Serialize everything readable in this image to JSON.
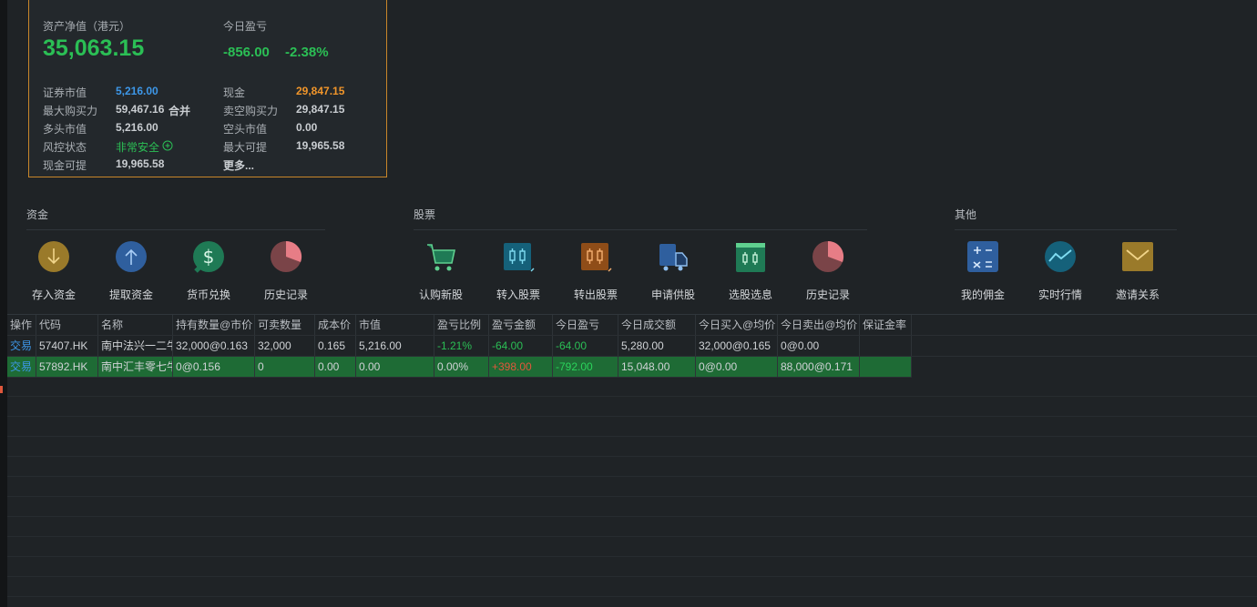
{
  "account": {
    "net_asset_label": "资产净值（港元）",
    "net_asset_value": "35,063.15",
    "today_pl_label": "今日盈亏",
    "today_pl_amount": "-856.00",
    "today_pl_pct": "-2.38%",
    "rows": [
      {
        "l1": "证券市值",
        "v1": "5,216.00",
        "l2": "现金",
        "v2": "29,847.15"
      },
      {
        "l1": "最大购买力",
        "v1": "59,467.16",
        "v1_link": "合并",
        "l2": "卖空购买力",
        "v2": "29,847.15"
      },
      {
        "l1": "多头市值",
        "v1": "5,216.00",
        "l2": "空头市值",
        "v2": "0.00"
      },
      {
        "l1": "风控状态",
        "v1": "非常安全",
        "l2": "最大可提",
        "v2": "19,965.58"
      },
      {
        "l1": "现金可提",
        "v1": "19,965.58",
        "l2_link": "更多..."
      }
    ]
  },
  "sections": {
    "funds": {
      "title": "资金",
      "items": [
        "存入资金",
        "提取资金",
        "货币兑换",
        "历史记录"
      ]
    },
    "stocks": {
      "title": "股票",
      "items": [
        "认购新股",
        "转入股票",
        "转出股票",
        "申请供股",
        "选股选息",
        "历史记录"
      ]
    },
    "other": {
      "title": "其他",
      "items": [
        "我的佣金",
        "实时行情",
        "邀请关系"
      ]
    }
  },
  "table": {
    "columns": [
      "操作",
      "代码",
      "名称",
      "持有数量@市价",
      "可卖数量",
      "成本价",
      "市值",
      "盈亏比例",
      "盈亏金额",
      "今日盈亏",
      "今日成交额",
      "今日买入@均价",
      "今日卖出@均价",
      "保证金率"
    ],
    "rows": [
      [
        "交易",
        "57407.HK",
        "南中法兴一二牛",
        "32,000@0.163",
        "32,000",
        "0.165",
        "5,216.00",
        "-1.21%",
        "-64.00",
        "-64.00",
        "5,280.00",
        "32,000@0.165",
        "0@0.00",
        ""
      ],
      [
        "交易",
        "57892.HK",
        "南中汇丰零七牛",
        "0@0.156",
        "0",
        "0.00",
        "0.00",
        "0.00%",
        "+398.00",
        "-792.00",
        "15,048.00",
        "0@0.00",
        "88,000@0.171",
        ""
      ]
    ]
  },
  "colors": {
    "accent_green": "#2bbf55",
    "accent_blue": "#3d97e8",
    "accent_orange": "#f0952a",
    "up_red": "#e0573c",
    "card_border": "#c8862a",
    "selected_row": "#1e6b35"
  }
}
